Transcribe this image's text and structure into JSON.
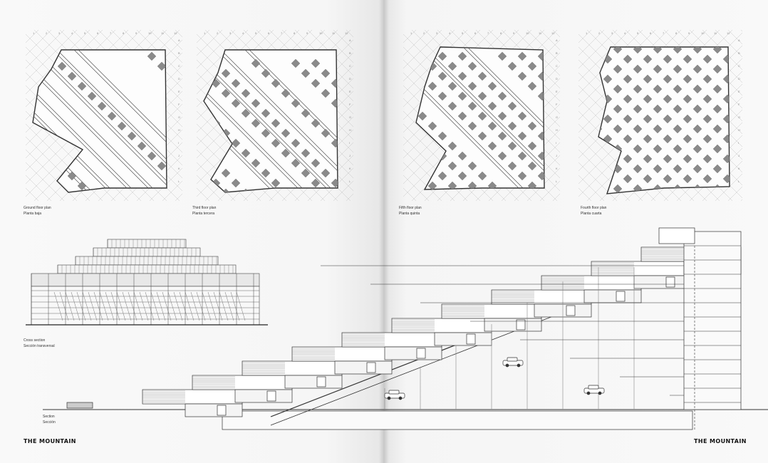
{
  "pages": {
    "left": {
      "plans": [
        {
          "caption_en": "Ground floor plan",
          "caption_es": "Planta baja"
        },
        {
          "caption_en": "Third floor plan",
          "caption_es": "Planta tercera"
        }
      ],
      "cross_section": {
        "caption_en": "Cross section",
        "caption_es": "Sección transversal"
      },
      "section": {
        "caption_en": "Section",
        "caption_es": "Sección"
      },
      "footer_title": "THE MOUNTAIN"
    },
    "right": {
      "plans": [
        {
          "caption_en": "Fifth floor plan",
          "caption_es": "Planta quinta"
        },
        {
          "caption_en": "Fourth floor plan",
          "caption_es": "Planta cuarta"
        }
      ],
      "footer_title": "THE MOUNTAIN"
    }
  }
}
